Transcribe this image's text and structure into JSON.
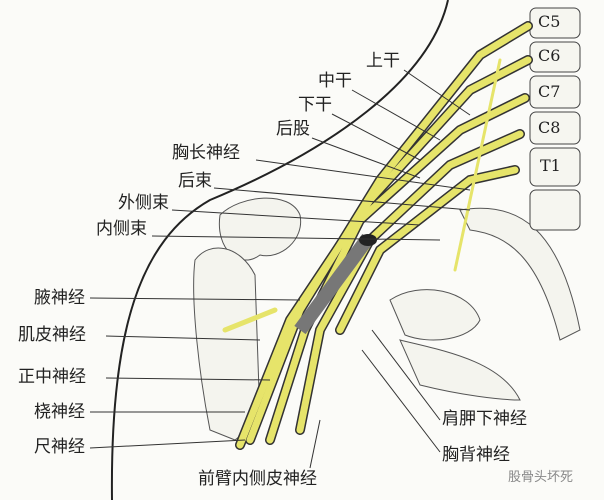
{
  "labels": {
    "upper_trunk": "上干",
    "middle_trunk": "中干",
    "lower_trunk": "下干",
    "posterior_division": "后股",
    "long_thoracic": "胸长神经",
    "posterior_cord": "后束",
    "lateral_cord": "外侧束",
    "medial_cord": "内侧束",
    "axillary": "腋神经",
    "musculocutaneous": "肌皮神经",
    "median": "正中神经",
    "radial": "桡神经",
    "ulnar": "尺神经",
    "medial_antebrachial_cutaneous": "前臂内侧皮神经",
    "subscapular": "肩胛下神经",
    "thoracodorsal": "胸背神经"
  },
  "vertebrae": [
    "C5",
    "C6",
    "C7",
    "C8",
    "T1"
  ],
  "watermark": "股骨头坏死",
  "colors": {
    "nerve": "#e6e46a",
    "outline": "#333333"
  }
}
